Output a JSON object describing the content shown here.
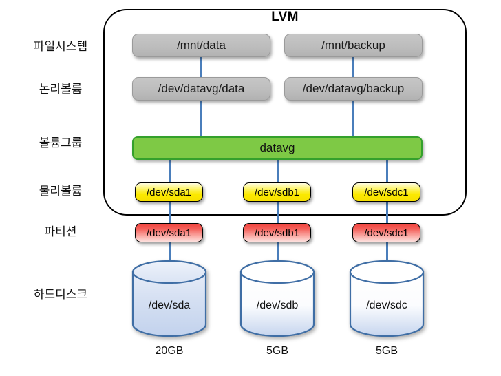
{
  "diagram": {
    "container_title": "LVM",
    "row_labels": [
      {
        "key": "filesystem",
        "text": "파일시스템"
      },
      {
        "key": "logical-volume",
        "text": "논리볼륨"
      },
      {
        "key": "volume-group",
        "text": "볼륨그룹"
      },
      {
        "key": "physical-volume",
        "text": "물리볼륨"
      },
      {
        "key": "partition",
        "text": "파티션"
      },
      {
        "key": "hard-disk",
        "text": "하드디스크"
      }
    ],
    "filesystems": [
      {
        "label": "/mnt/data"
      },
      {
        "label": "/mnt/backup"
      }
    ],
    "logical_volumes": [
      {
        "label": "/dev/datavg/data"
      },
      {
        "label": "/dev/datavg/backup"
      }
    ],
    "volume_group": {
      "label": "datavg"
    },
    "physical_volumes": [
      {
        "label": "/dev/sda1"
      },
      {
        "label": "/dev/sdb1"
      },
      {
        "label": "/dev/sdc1"
      }
    ],
    "partitions": [
      {
        "label": "/dev/sda1"
      },
      {
        "label": "/dev/sdb1"
      },
      {
        "label": "/dev/sdc1"
      }
    ],
    "hard_disks": [
      {
        "label": "/dev/sda",
        "capacity": "20GB"
      },
      {
        "label": "/dev/sdb",
        "capacity": "5GB"
      },
      {
        "label": "/dev/sdc",
        "capacity": "5GB"
      }
    ],
    "colors": {
      "volume_group_fill": "#7ec945",
      "volume_group_border": "#34a02c",
      "filesystem_fill": "#bdbdbd",
      "physical_volume_fill": "#fbe900",
      "partition_fill": "#f0443f",
      "disk_stroke": "#3f6ea5",
      "connector": "#4a7ebb",
      "container_border": "#000000"
    }
  }
}
